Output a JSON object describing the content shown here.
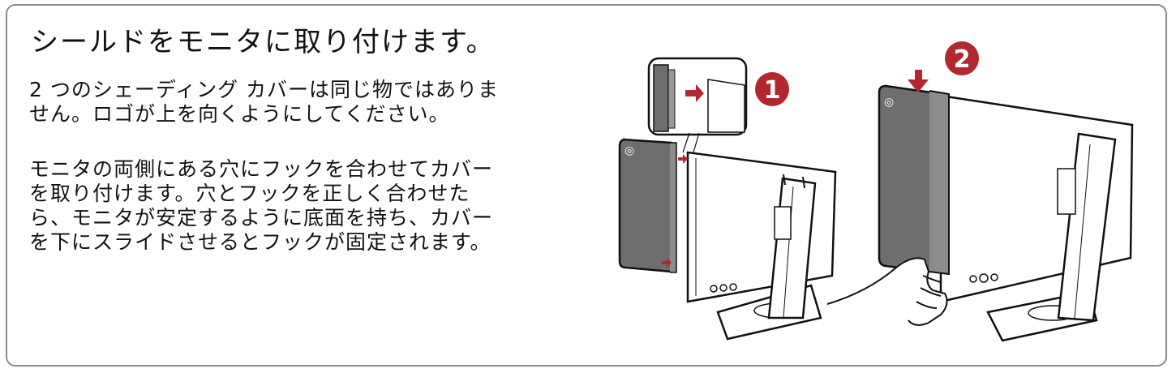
{
  "title": "シールドをモニタに取り付けます。",
  "paragraph1": [
    "2 つのシェーディング カバーは同じ物ではありま",
    "せん。ロゴが上を向くようにしてください。"
  ],
  "paragraph2": [
    "モニタの両側にある穴にフックを合わせてカバー",
    "を取り付けます。穴とフックを正しく合わせた",
    "ら、モニタが安定するように底面を持ち、カバー",
    "を下にスライドさせるとフックが固定されます。"
  ],
  "step1_number": "1",
  "step2_number": "2",
  "colors": {
    "accent": "#b1282e",
    "cover": "#707070",
    "frame": "#8a8a8a"
  }
}
